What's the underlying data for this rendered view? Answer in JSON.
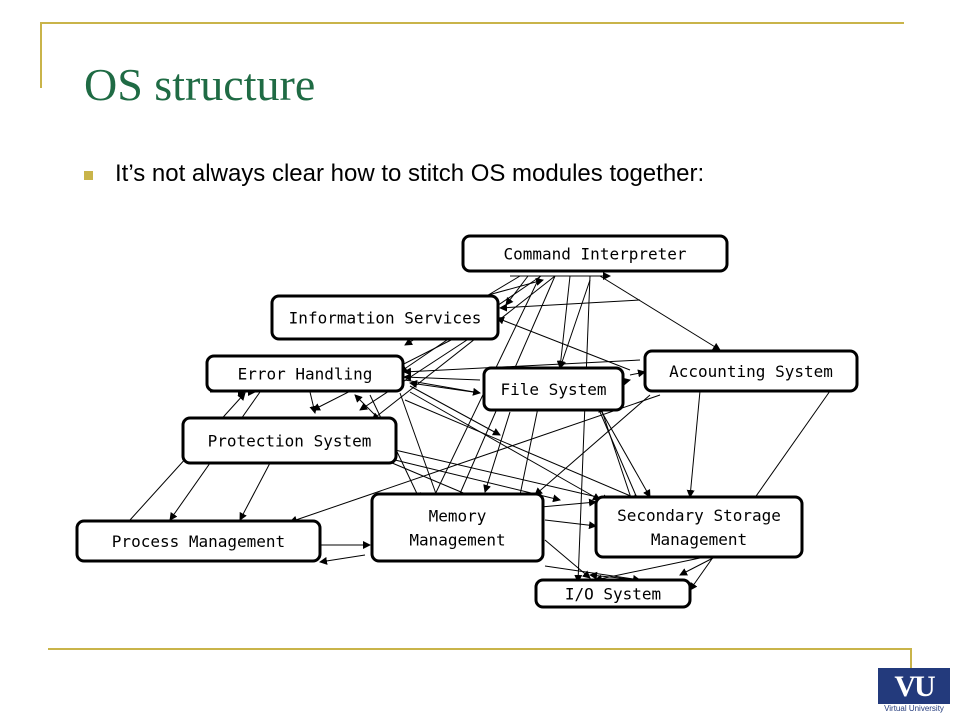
{
  "slide": {
    "title": "OS structure",
    "bullet": "It’s not always clear how to stitch OS modules together:"
  },
  "diagram": {
    "nodes": [
      {
        "id": "command-interpreter",
        "lines": [
          "Command Interpreter"
        ]
      },
      {
        "id": "information-services",
        "lines": [
          "Information Services"
        ]
      },
      {
        "id": "error-handling",
        "lines": [
          "Error Handling"
        ]
      },
      {
        "id": "accounting-system",
        "lines": [
          "Accounting System"
        ]
      },
      {
        "id": "file-system",
        "lines": [
          "File System"
        ]
      },
      {
        "id": "protection-system",
        "lines": [
          "Protection System"
        ]
      },
      {
        "id": "memory-management",
        "lines": [
          "Memory",
          "Management"
        ]
      },
      {
        "id": "secondary-storage-management",
        "lines": [
          "Secondary Storage",
          "Management"
        ]
      },
      {
        "id": "process-management",
        "lines": [
          "Process Management"
        ]
      },
      {
        "id": "io-system",
        "lines": [
          "I/O System"
        ]
      }
    ]
  },
  "logo": {
    "mark": "VU",
    "caption": "Virtual University"
  },
  "colors": {
    "title": "#1f6b44",
    "accent": "#c9b44a",
    "logo": "#233a7c"
  }
}
